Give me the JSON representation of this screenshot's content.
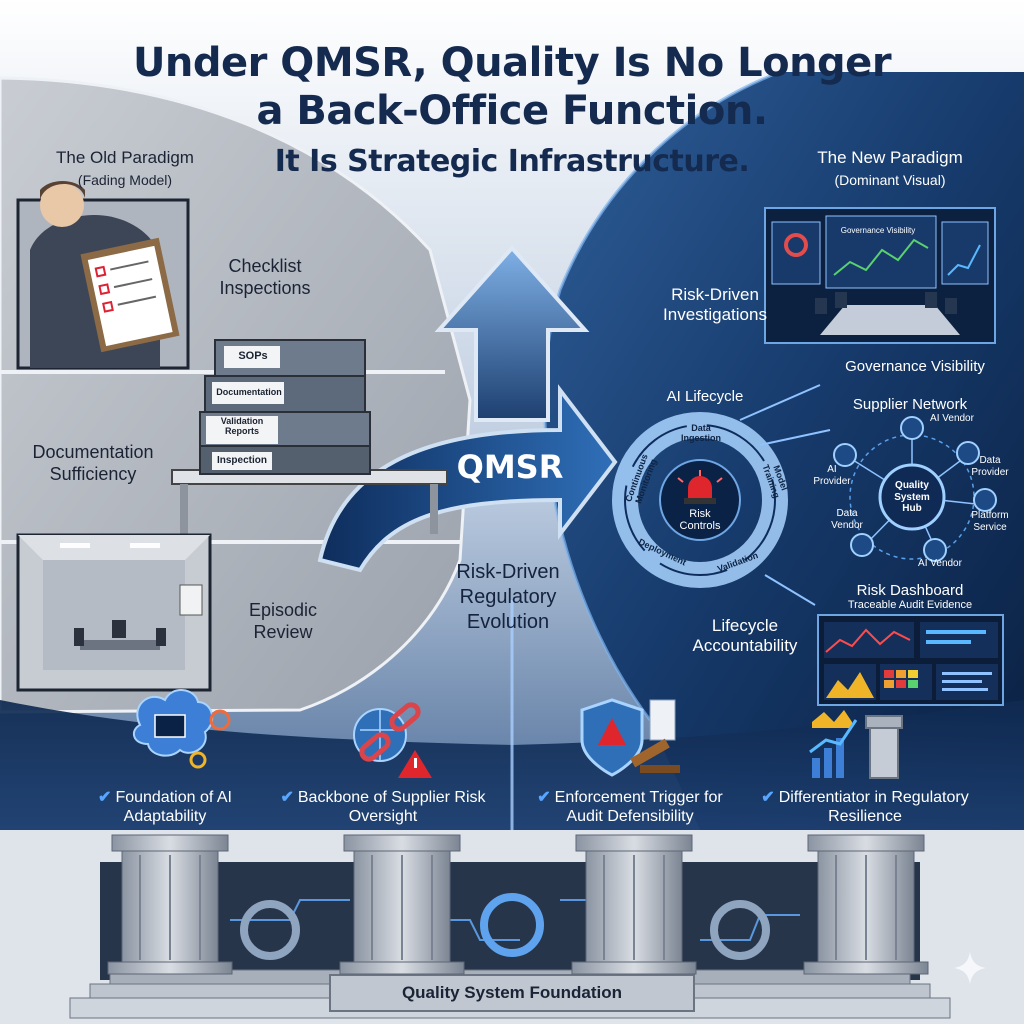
{
  "title": {
    "line1": "Under QMSR, Quality Is No Longer",
    "line2": "a Back-Office Function.",
    "line3": "It Is Strategic Infrastructure."
  },
  "old_paradigm": {
    "heading": "The Old Paradigm",
    "subheading": "(Fading Model)",
    "checklist": "Checklist Inspections",
    "documentation": "Documentation Sufficiency",
    "episodic": "Episodic Review",
    "binders": [
      "SOPs",
      "Documentation",
      "Validation Reports",
      "Inspection"
    ]
  },
  "center": {
    "arrow_label": "QMSR",
    "evolution": "Risk-Driven Regulatory Evolution"
  },
  "new_paradigm": {
    "heading": "The New Paradigm",
    "subheading": "(Dominant Visual)",
    "risk_investigations": "Risk-Driven Investigations",
    "governance_screen": "Governance Visibility",
    "governance_visibility": "Governance Visibility",
    "ai_lifecycle": "AI Lifecycle",
    "cycle_steps": [
      "Data Ingestion",
      "Model Training",
      "Validation",
      "Deployment",
      "Continuous Monitoring"
    ],
    "cycle_center": "Risk Controls",
    "supplier_network": "Supplier Network",
    "hub": "Quality System Hub",
    "suppliers": [
      "AI Vendor",
      "Data Provider",
      "Platform Service",
      "AI Vendor",
      "Data Vendor",
      "AI Provider"
    ],
    "risk_dashboard": "Risk Dashboard",
    "traceable": "Traceable Audit Evidence",
    "lifecycle_accountability": "Lifecycle Accountability"
  },
  "pillars": [
    {
      "icon": "ai-brain-icon",
      "text": "Foundation of AI Adaptability"
    },
    {
      "icon": "broken-chain-icon",
      "text": "Backbone of Supplier Risk Oversight"
    },
    {
      "icon": "shield-gavel-icon",
      "text": "Enforcement Trigger for Audit Defensibility"
    },
    {
      "icon": "growth-tower-icon",
      "text": "Differentiator in Regulatory Resilience"
    }
  ],
  "foundation": "Quality System Foundation",
  "colors": {
    "navy": "#142a4f",
    "blue_panel": "#0f2b55",
    "accent_blue": "#4da3ff",
    "alarm_red": "#e0262d",
    "old_gray": "#b7bcc4"
  }
}
